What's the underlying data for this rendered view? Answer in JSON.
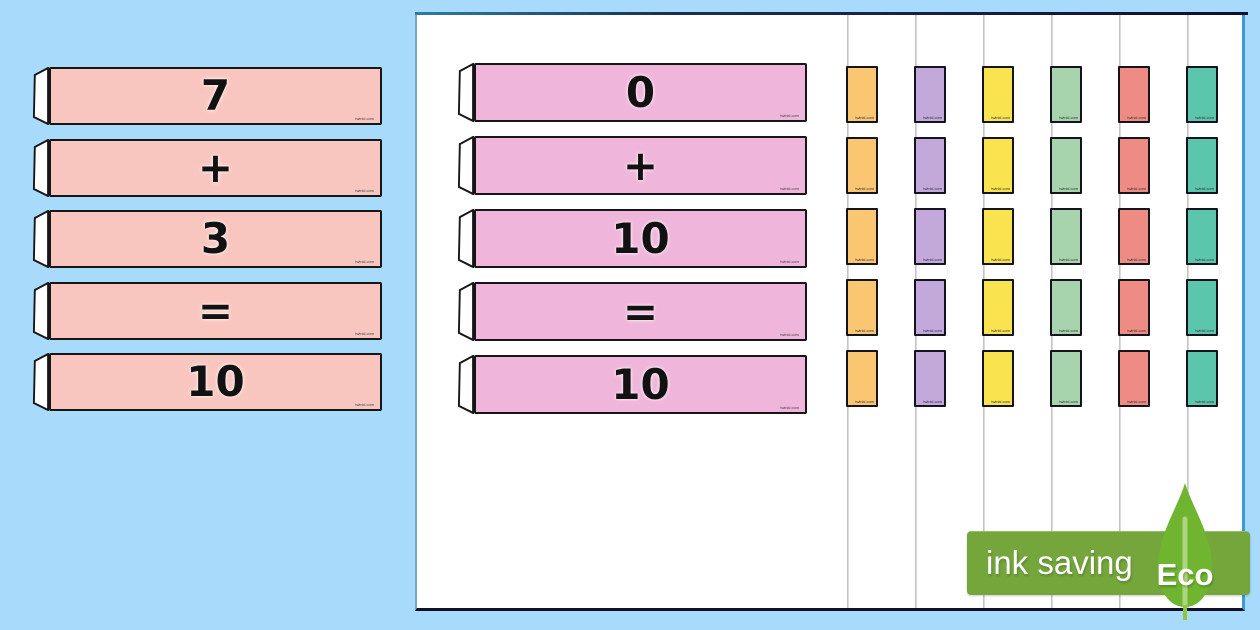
{
  "page": {
    "background_color": "#A7DAFB",
    "watermark": "twinkl.com"
  },
  "left_cards": {
    "strip_color": "#F9C6BF",
    "labels": [
      "7",
      "+",
      "3",
      "=",
      "10"
    ]
  },
  "front_page": {
    "strip_color": "#EFB5DA",
    "labels": [
      "0",
      "+",
      "10",
      "=",
      "10"
    ]
  },
  "stacked_pages": [
    {
      "name": "orange",
      "strip_color": "#FBC672"
    },
    {
      "name": "purple",
      "strip_color": "#C3A8DC"
    },
    {
      "name": "yellow",
      "strip_color": "#F9E34F"
    },
    {
      "name": "green",
      "strip_color": "#A8D4AD"
    },
    {
      "name": "coral",
      "strip_color": "#EE8C84"
    },
    {
      "name": "teal",
      "strip_color": "#5CC6AD"
    }
  ],
  "eco_badge": {
    "label": "ink saving",
    "eco_label": "Eco",
    "bar_color": "#74A63C",
    "leaf_color": "#6FB52F",
    "stem_color": "#BBD98F",
    "stem_tip_color": "#8FC63F"
  }
}
